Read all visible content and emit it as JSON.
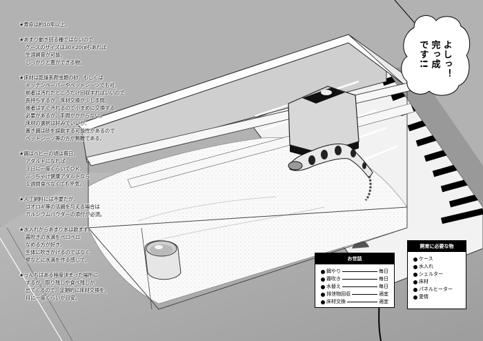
{
  "page": {
    "background_color": "#b2b2b2",
    "ink_color": "#000000",
    "paper_color": "#ffffff"
  },
  "notes": [
    {
      "lines": [
        "★寿命は約10年以上。"
      ]
    },
    {
      "lines": [
        "★あまり動き回る種ではないので",
        "ケースのサイズは30×20㎝もあれば",
        "生涯飼育が可能。",
        "しっかりと蓋ができる物。"
      ]
    },
    {
      "lines": [
        "★床材は乾燥系爬虫類の砂、もしくは",
        "キッチンペーパーやペットシーツでも可。",
        "前者は汚れたところだけ回収すればいいので",
        "長持ちするが、床材交換が少し手間。",
        "後者はすぐ汚れるので小まめに交換する",
        "必要があるが、手間がかからない。",
        "床材の選択は好みでいいが、",
        "置き餌は砂を誤飲する可能性があるので",
        "ペットシーツ等の方が無難である。"
      ]
    },
    {
      "lines": [
        "★餌はベビーの頃は毎日。",
        "アダルトになれば",
        "３日に一度くらいでＯＫ。",
        "ぶっちゃけ健康アダルトなら",
        "１週間食べなくても平気。"
      ]
    },
    {
      "lines": [
        "★人工飼料には不要だが、",
        "コオロギ等の活餌を与える場合は",
        "カルシウムパウダーの添付が必須。"
      ]
    },
    {
      "lines": [
        "★水入れからあまり水は飲まず、",
        "霧吹きの水滴をペロペロ",
        "なめる方が好き。",
        "生体に吹きかけるのではなく、",
        "壁などに水滴を作る感じで。"
      ]
    },
    {
      "lines": [
        "★うんちはある程度決まった場所に",
        "するが、取り残しや食べ残しが",
        "出てくるので、定期的に床材交換を。",
        "月に一度くらいが目安。"
      ]
    }
  ],
  "speech_bubble": {
    "columns": [
      "よしっ！",
      "完っ成",
      "です!!"
    ]
  },
  "care_box": {
    "title": "お世話",
    "items": [
      {
        "task": "餌やり",
        "frequency": "毎日"
      },
      {
        "task": "霧吹き",
        "frequency": "毎日"
      },
      {
        "task": "水替え",
        "frequency": "毎日"
      },
      {
        "task": "排泄物回収",
        "frequency": "適宜"
      },
      {
        "task": "床材交換",
        "frequency": "適宜"
      }
    ]
  },
  "needs_box": {
    "title": "飼育に必要な物",
    "items": [
      "ケース",
      "水入れ",
      "シェルター",
      "床材",
      "パネルヒーター",
      "愛情"
    ]
  },
  "illustration": {
    "subjects": [
      "terrarium-case",
      "sand-substrate",
      "shelter",
      "gecko",
      "water-dish",
      "panel-heater"
    ]
  }
}
